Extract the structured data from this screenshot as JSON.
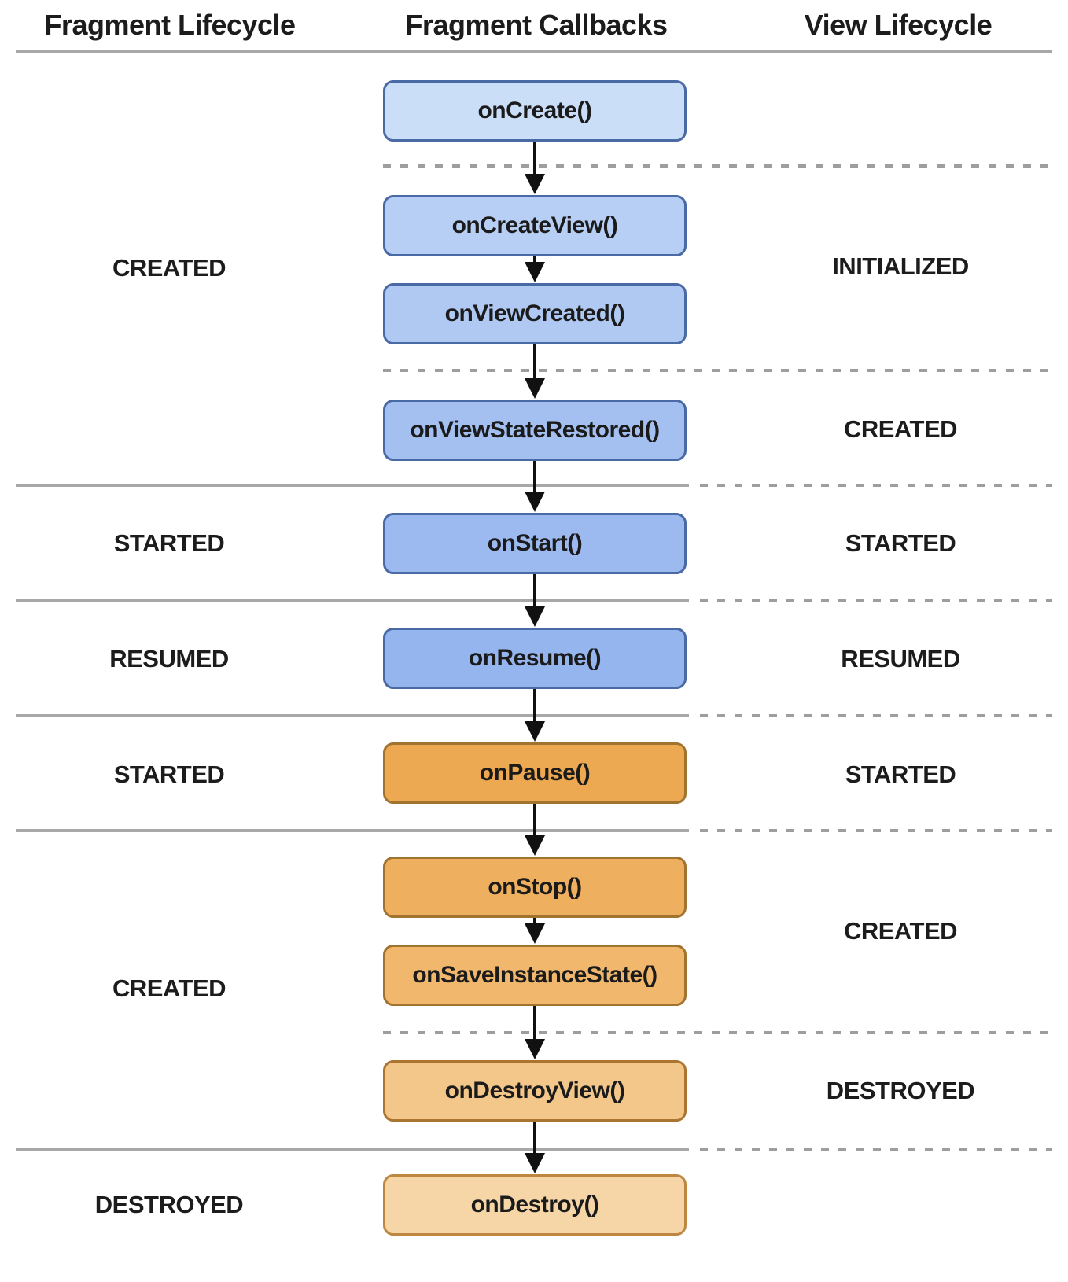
{
  "headers": {
    "fragment_lifecycle": "Fragment Lifecycle",
    "fragment_callbacks": "Fragment Callbacks",
    "view_lifecycle": "View Lifecycle"
  },
  "callbacks": [
    {
      "name": "onCreate()",
      "fill": "#cbdef8",
      "border": "#4a6aa5"
    },
    {
      "name": "onCreateView()",
      "fill": "#b8cff5",
      "border": "#4a6aa5"
    },
    {
      "name": "onViewCreated()",
      "fill": "#afc9f3",
      "border": "#4a6aa5"
    },
    {
      "name": "onViewStateRestored()",
      "fill": "#a4c0f1",
      "border": "#4a6aa5"
    },
    {
      "name": "onStart()",
      "fill": "#9cbaf0",
      "border": "#4a6aa5"
    },
    {
      "name": "onResume()",
      "fill": "#95b5ef",
      "border": "#4a6aa5"
    },
    {
      "name": "onPause()",
      "fill": "#eda951",
      "border": "#a0742e"
    },
    {
      "name": "onStop()",
      "fill": "#eeb05f",
      "border": "#a0742e"
    },
    {
      "name": "onSaveInstanceState()",
      "fill": "#f0b76d",
      "border": "#a0742e"
    },
    {
      "name": "onDestroyView()",
      "fill": "#f3c689",
      "border": "#aa7431"
    },
    {
      "name": "onDestroy()",
      "fill": "#f6d5a7",
      "border": "#bd8742"
    }
  ],
  "fragment_states": [
    "CREATED",
    "STARTED",
    "RESUMED",
    "STARTED",
    "CREATED",
    "DESTROYED"
  ],
  "view_states": [
    "INITIALIZED",
    "CREATED",
    "STARTED",
    "RESUMED",
    "STARTED",
    "CREATED",
    "DESTROYED"
  ],
  "colors": {
    "solid_boundary_gray": "#a8a8a8",
    "dashed_boundary_gray": "#9e9e9e",
    "arrow_black": "#111111",
    "text_black": "#1c1c1c"
  }
}
